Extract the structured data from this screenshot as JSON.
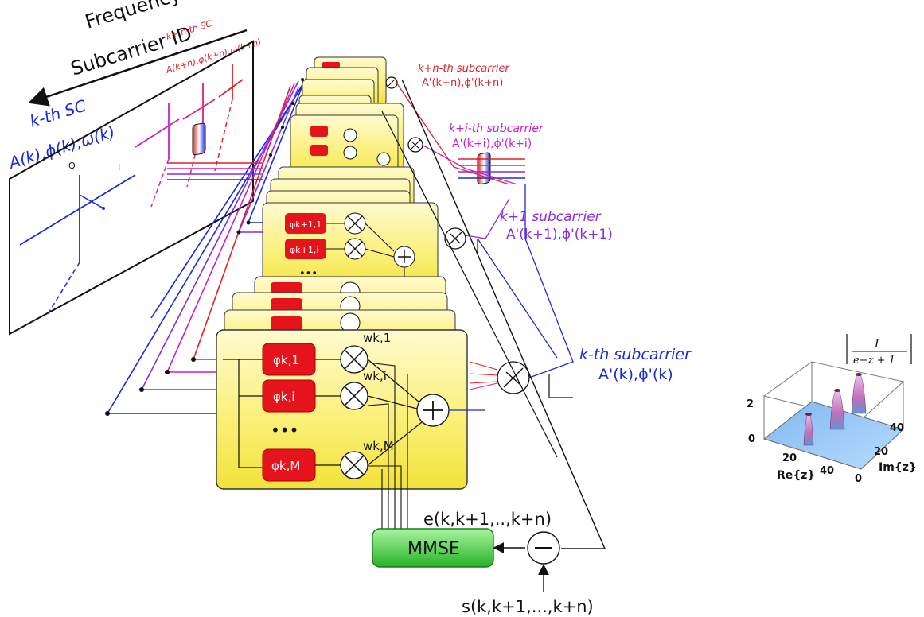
{
  "axis": {
    "frequency": "Frequency",
    "subcarrier_id": "Subcarrier ID",
    "kth_sc": "k-th SC",
    "kth_sc_params": "A(k),ϕ(k),ω(k)",
    "kn_sc": "k+ n-th SC",
    "kn_sc_params": "A(k+n),ϕ(k+n),ω(k+n)",
    "q_label": "Q",
    "i_label": "I"
  },
  "outputs": {
    "kn_title": "k+n-th subcarrier",
    "kn_values": "A'(k+n),ϕ'(k+n)",
    "ki_title": "k+i-th subcarrier",
    "ki_values": "A'(k+i),ϕ'(k+i)",
    "k1_title": "k+1 subcarrier",
    "k1_values": "A'(k+1),ϕ'(k+1)",
    "k_title": "k-th subcarrier",
    "k_values": "A'(k),ϕ'(k)"
  },
  "front_card": {
    "phi_1": "φk,1",
    "phi_i": "φk,i",
    "phi_m": "φk,M",
    "w_1": "wk,1",
    "w_i": "wk,i",
    "w_m": "wk,M",
    "dots": "•••"
  },
  "second_card": {
    "phi_1": "φk+1,1",
    "phi_i": "φk+1,i",
    "dots": "•••"
  },
  "small_card_dots": "•••",
  "mmse_label": "MMSE",
  "error_label": "e(k,k+1,..,k+n)",
  "reference_label": "s(k,k+1,...,k+n)",
  "inset": {
    "formula_num": "1",
    "formula_den": "e−z + 1",
    "z_ticks": [
      "0",
      "2"
    ],
    "x_ticks": [
      "20",
      "40"
    ],
    "y_ticks": [
      "0",
      "20",
      "40"
    ],
    "x_label": "Re{z}",
    "y_label": "Im{z}"
  },
  "colors": {
    "blue": "#1a2bd6",
    "magenta": "#c81fc8",
    "purple": "#8a2be2",
    "red": "#e0202a",
    "card_fill": "#fbf07a",
    "phi_block": "#e5141c",
    "mmse_fill": "#3ad43a"
  }
}
